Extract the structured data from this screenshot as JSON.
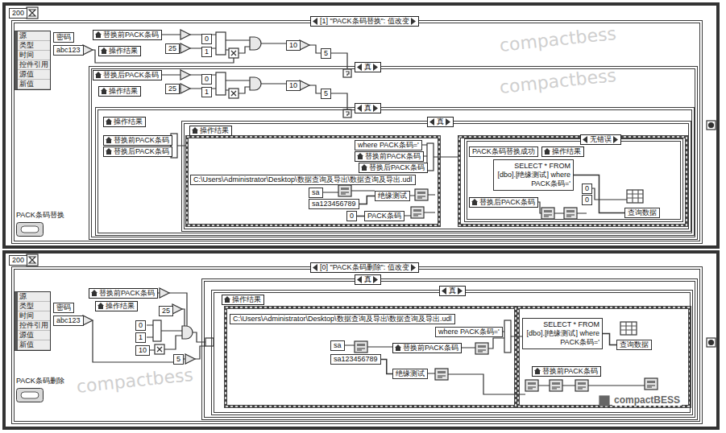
{
  "diagram": {
    "nodes": [
      {
        "text": [
          "200"
        ]
      },
      {
        "text": [
          "[1] \"PACK条码替换\": 值改变"
        ]
      },
      {
        "text": [
          "源",
          "类型",
          "时间",
          "控件引用",
          "源值",
          "新值"
        ],
        "in": 1
      },
      {
        "text": [
          "密码"
        ],
        "in": 1
      },
      {
        "text": [
          "abc123"
        ],
        "in": 1
      },
      {
        "text": [
          "替换前PACK条码"
        ],
        "in": 1
      },
      {
        "text": [
          "操作结果"
        ],
        "in": 1
      },
      {
        "text": [
          "25"
        ],
        "in": 1
      },
      {
        "text": [
          "0"
        ],
        "in": 1
      },
      {
        "text": [
          "1"
        ],
        "in": 1
      },
      {
        "text": [
          "10"
        ],
        "in": 1
      },
      {
        "text": [
          "5"
        ],
        "in": 1
      },
      {
        "text": [
          "真"
        ],
        "in": 1
      },
      {
        "text": [
          "替换后PACK条码"
        ],
        "in": 12
      },
      {
        "text": [
          "操作结果"
        ],
        "in": 12
      },
      {
        "text": [
          "25"
        ],
        "in": 12
      },
      {
        "text": [
          "0"
        ],
        "in": 12
      },
      {
        "text": [
          "1"
        ],
        "in": 12
      },
      {
        "text": [
          "10"
        ],
        "in": 12
      },
      {
        "text": [
          "5"
        ],
        "in": 12
      },
      {
        "text": [
          "真"
        ],
        "in": 12
      },
      {
        "text": [
          "操作结果"
        ],
        "in": 20
      },
      {
        "text": [
          "替换前PACK条码"
        ],
        "in": 20
      },
      {
        "text": [
          "替换后PACK条码"
        ],
        "in": 20
      },
      {
        "text": [
          "真"
        ],
        "in": 20
      },
      {
        "text": [
          "操作结果"
        ],
        "in": 24
      },
      {
        "text": [
          "where PACK条码='"
        ],
        "in": 24
      },
      {
        "text": [
          "替换前PACK条码"
        ],
        "in": 24
      },
      {
        "text": [
          "替换后PACK条码"
        ],
        "in": 24
      },
      {
        "text": [
          "C:\\Users\\Administrator\\Desktop\\数据查询及导出\\数据查询及导出.udl"
        ],
        "in": 24
      },
      {
        "text": [
          "sa"
        ],
        "in": 24
      },
      {
        "text": [
          "sa123456789"
        ],
        "in": 24
      },
      {
        "text": [
          "绝缘测试"
        ],
        "in": 24
      },
      {
        "text": [
          "0"
        ],
        "in": 24
      },
      {
        "text": [
          "PACK条码"
        ],
        "in": 24
      },
      {
        "text": [
          "无错误"
        ],
        "in": 24
      },
      {
        "text": [
          "PACK条码替换成功"
        ],
        "in": 35
      },
      {
        "text": [
          "操作结果"
        ],
        "in": 35
      },
      {
        "text": [
          "SELECT * FROM [dbo].[绝缘测试] where PACK条码='"
        ],
        "in": 35
      },
      {
        "text": [
          "替换后PACK条码"
        ],
        "in": 35
      },
      {
        "text": [
          "0"
        ],
        "in": 35
      },
      {
        "text": [
          "0"
        ],
        "in": 35
      },
      {
        "text": [
          "查询数据"
        ],
        "in": 35
      },
      {
        "text": [
          "PACK条码替换"
        ],
        "in": 1
      },
      {
        "text": [
          "200"
        ]
      },
      {
        "text": [
          "[0] \"PACK条码删除\": 值改变"
        ]
      },
      {
        "text": [
          "源",
          "类型",
          "时间",
          "控件引用",
          "源值",
          "新值"
        ],
        "in": 45
      },
      {
        "text": [
          "密码"
        ],
        "in": 45
      },
      {
        "text": [
          "abc123"
        ],
        "in": 45
      },
      {
        "text": [
          "替换前PACK条码"
        ],
        "in": 45
      },
      {
        "text": [
          "操作结果"
        ],
        "in": 45
      },
      {
        "text": [
          "25"
        ],
        "in": 45
      },
      {
        "text": [
          "0"
        ],
        "in": 45
      },
      {
        "text": [
          "1"
        ],
        "in": 45
      },
      {
        "text": [
          "10"
        ],
        "in": 45
      },
      {
        "text": [
          "5"
        ],
        "in": 45
      },
      {
        "text": [
          "真"
        ],
        "in": 45
      },
      {
        "text": [
          "真"
        ],
        "in": 56
      },
      {
        "text": [
          "操作结果"
        ],
        "in": 57
      },
      {
        "text": [
          "C:\\Users\\Administrator\\Desktop\\数据查询及导出\\数据查询及导出.udl"
        ],
        "in": 57
      },
      {
        "text": [
          "where PACK条码='"
        ],
        "in": 57
      },
      {
        "text": [
          "sa"
        ],
        "in": 57
      },
      {
        "text": [
          "sa123456789"
        ],
        "in": 57
      },
      {
        "text": [
          "替换前PACK条码"
        ],
        "in": 57
      },
      {
        "text": [
          "绝缘测试"
        ],
        "in": 57
      },
      {
        "text": [
          "SELECT * FROM [dbo].[绝缘测试] where PACK条码='"
        ],
        "in": 57
      },
      {
        "text": [
          "查询数据"
        ],
        "in": 57
      },
      {
        "text": [
          "替换前PACK条码"
        ],
        "in": 57
      },
      {
        "text": [
          "PACK条码删除"
        ],
        "in": 45
      }
    ],
    "edges": [
      {
        "from": 33,
        "to": 34,
        "arrow": "none"
      },
      {
        "from": 31,
        "to": 32,
        "arrow": "none"
      },
      {
        "from": 38,
        "to": 42,
        "arrow": "none"
      },
      {
        "from": 62,
        "to": 64,
        "arrow": "none"
      },
      {
        "from": 65,
        "to": 66,
        "arrow": "none"
      }
    ],
    "labels": [
      "compactbess",
      "compactbess",
      "compactbess",
      "compactBESS"
    ]
  }
}
